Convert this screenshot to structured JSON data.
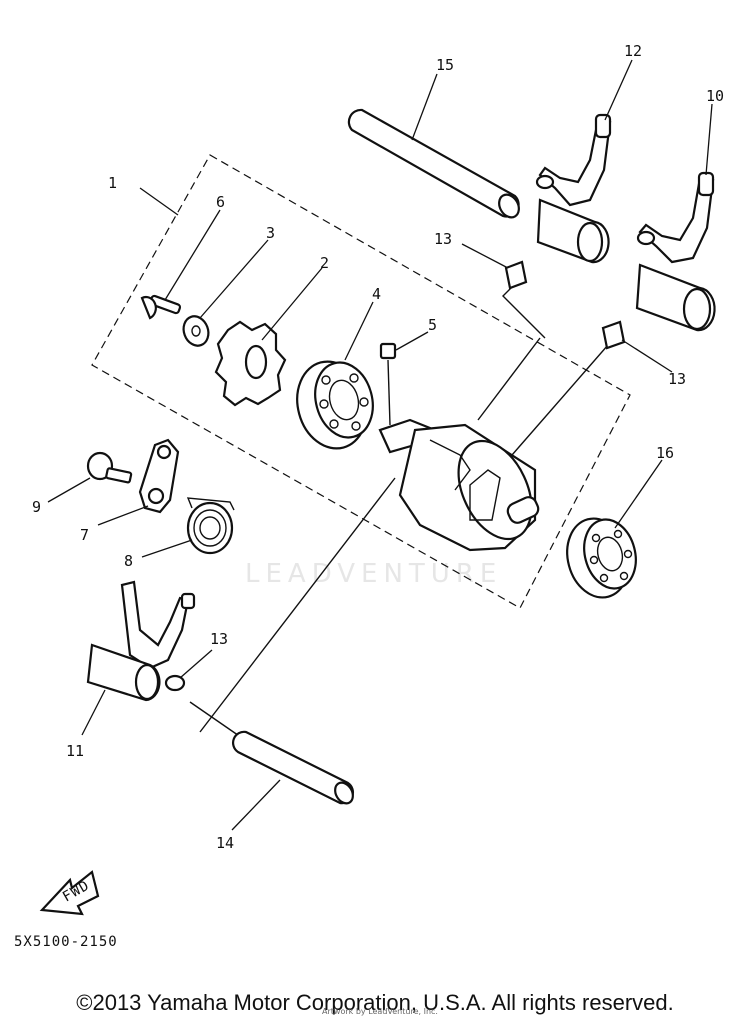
{
  "diagram": {
    "callouts": [
      {
        "id": "1",
        "text": "1"
      },
      {
        "id": "2",
        "text": "2"
      },
      {
        "id": "3",
        "text": "3"
      },
      {
        "id": "4",
        "text": "4"
      },
      {
        "id": "5",
        "text": "5"
      },
      {
        "id": "6",
        "text": "6"
      },
      {
        "id": "7",
        "text": "7"
      },
      {
        "id": "8",
        "text": "8"
      },
      {
        "id": "9",
        "text": "9"
      },
      {
        "id": "10",
        "text": "10"
      },
      {
        "id": "11",
        "text": "11"
      },
      {
        "id": "12",
        "text": "12"
      },
      {
        "id": "13a",
        "text": "13"
      },
      {
        "id": "13b",
        "text": "13"
      },
      {
        "id": "13c",
        "text": "13"
      },
      {
        "id": "14",
        "text": "14"
      },
      {
        "id": "15",
        "text": "15"
      },
      {
        "id": "16",
        "text": "16"
      }
    ],
    "fwd_label": "FWD",
    "diagram_code": "5X5100-2150",
    "watermark": "LEADVENTURE"
  },
  "footer": {
    "copyright": "©2013 Yamaha Motor Corporation, U.S.A. All rights reserved.",
    "subline": "Artwork by LeadVenture, Inc."
  }
}
